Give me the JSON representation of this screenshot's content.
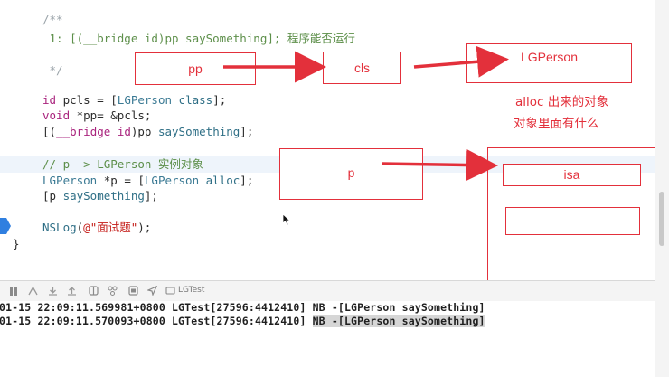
{
  "editor": {
    "lines": [
      "/**",
      " 1: [(__bridge id)pp saySomething]; 程序能否运行",
      " */",
      "id pcls = [LGPerson class];",
      "void *pp= &pcls;",
      "[(__bridge id)pp saySomething];",
      "// p -> LGPerson 实例对象",
      "LGPerson *p = [LGPerson alloc];",
      "[p saySomething];",
      "NSLog(@\"面试题\");",
      "}"
    ]
  },
  "toolbar": {
    "target_label": "LGTest",
    "icons": [
      "sidebar-toggle-icon",
      "breakpoint-icon",
      "step-over-icon",
      "step-into-icon",
      "step-out-icon",
      "view-hierarchy-icon",
      "memory-graph-icon",
      "environment-icon",
      "location-icon",
      "target-icon"
    ]
  },
  "console": {
    "lines": [
      {
        "prefix": "01-15 22:09:11.569981+0800 LGTest[27596:4412410] ",
        "selected": "NB -[LGPerson saySomething]"
      },
      {
        "prefix": "01-15 22:09:11.570093+0800 LGTest[27596:4412410] ",
        "selected": "NB -[LGPerson saySomething]"
      }
    ]
  },
  "annotations": {
    "pp_label": "pp",
    "cls_label": "cls",
    "lgperson_label": "LGPerson",
    "p_label": "p",
    "isa_label": "isa",
    "note_line1": "alloc 出来的对象",
    "note_line2": "对象里面有什么",
    "color": "#e3303b"
  }
}
